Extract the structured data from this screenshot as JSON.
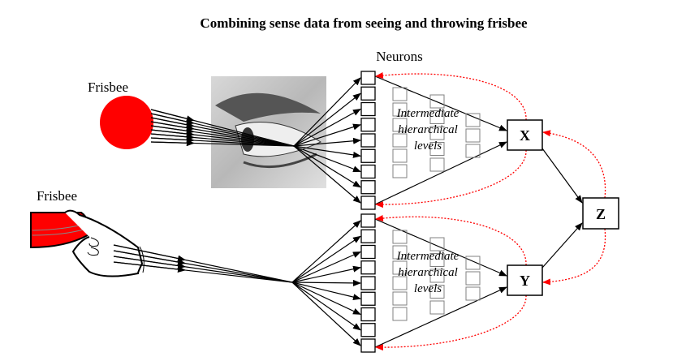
{
  "title": "Combining sense data from seeing and throwing frisbee",
  "labels": {
    "neurons": "Neurons",
    "frisbee_seen": "Frisbee",
    "frisbee_thrown": "Frisbee",
    "intermediate_top": [
      "Intermediate",
      "hierarchical",
      "levels"
    ],
    "intermediate_bottom": [
      "Intermediate",
      "hierarchical",
      "levels"
    ]
  },
  "nodes": {
    "x": "X",
    "y": "Y",
    "z": "Z"
  },
  "colors": {
    "frisbee": "#ff0000",
    "feedback": "#ff0000",
    "neuron": "#000000",
    "intermediate": "#808080"
  }
}
